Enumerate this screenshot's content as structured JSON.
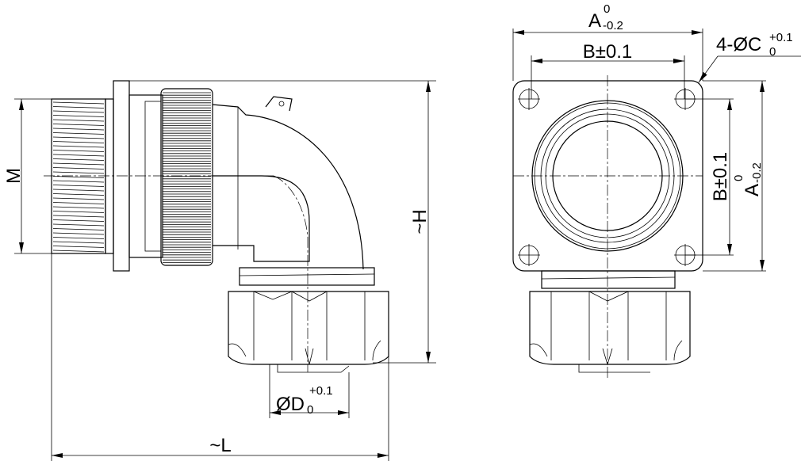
{
  "labels": {
    "m": "M",
    "h": "~H",
    "l": "~L",
    "d_main": "ØD",
    "d_upper": "+0.1",
    "d_lower": "0",
    "a_main": "A",
    "a_upper": "0",
    "a_lower": "-0.2",
    "b": "B±0.1",
    "c_main": "4-ØC",
    "c_upper": "+0.1",
    "c_lower": "0"
  },
  "colors": {
    "line": "#000000",
    "background": "#ffffff"
  }
}
